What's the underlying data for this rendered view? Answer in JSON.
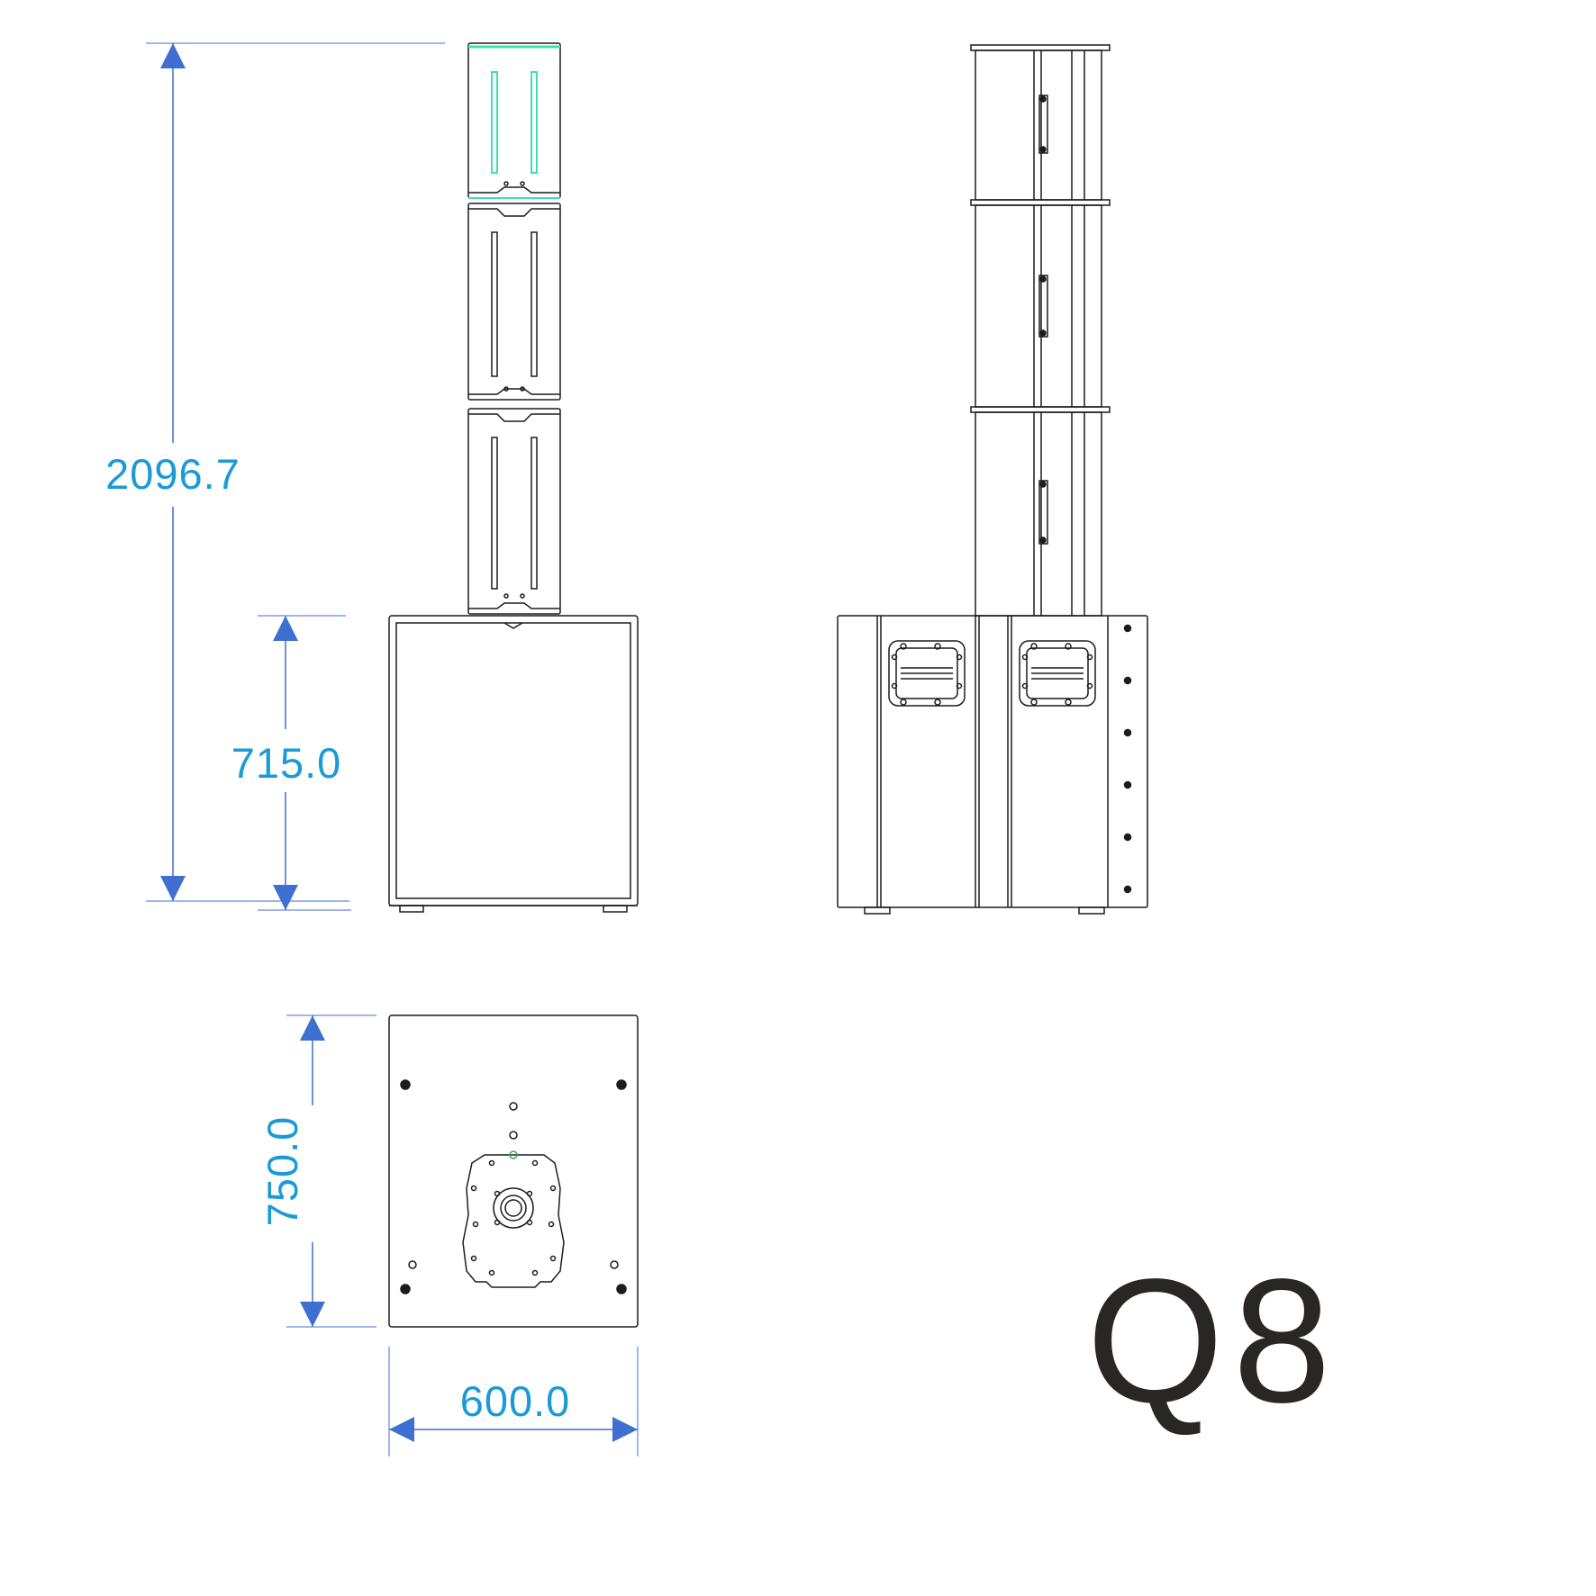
{
  "model": {
    "label": "Q8"
  },
  "dimensions": {
    "total_height": "2096.7",
    "sub_height": "715.0",
    "depth": "750.0",
    "width": "600.0"
  },
  "colors": {
    "dimension_text": "#1a9ad6",
    "dimension_line": "#3f6fd1",
    "drawing_line": "#1c1c1c",
    "model_text": "#2a2624",
    "led_accent": "#3fe0b0"
  }
}
